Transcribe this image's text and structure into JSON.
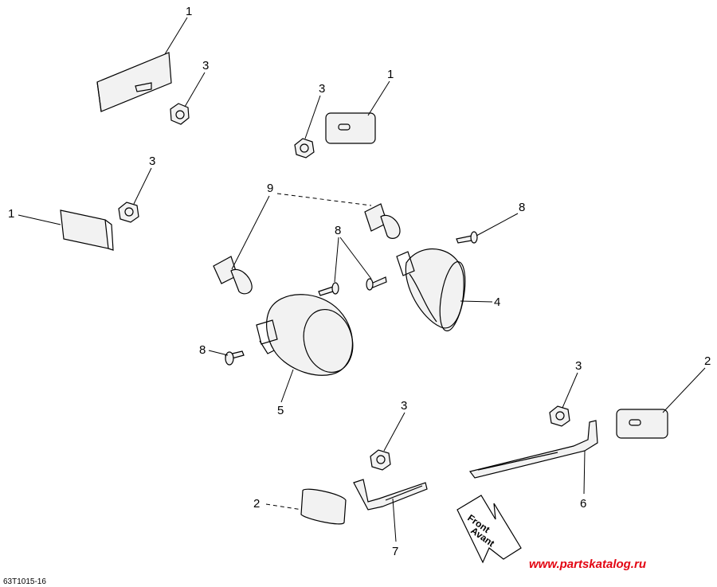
{
  "diagram": {
    "drawing_code": "63T1015-16",
    "watermark": "www.partskatalog.ru",
    "direction_arrow": {
      "line1": "Front",
      "line2": "Avant"
    },
    "callouts": {
      "c1a": "1",
      "c1b": "1",
      "c1c": "1",
      "c2a": "2",
      "c2b": "2",
      "c3a": "3",
      "c3b": "3",
      "c3c": "3",
      "c3d": "3",
      "c3e": "3",
      "c4": "4",
      "c5": "5",
      "c6": "6",
      "c7": "7",
      "c8a": "8",
      "c8b": "8",
      "c8c": "8",
      "c9": "9"
    }
  }
}
